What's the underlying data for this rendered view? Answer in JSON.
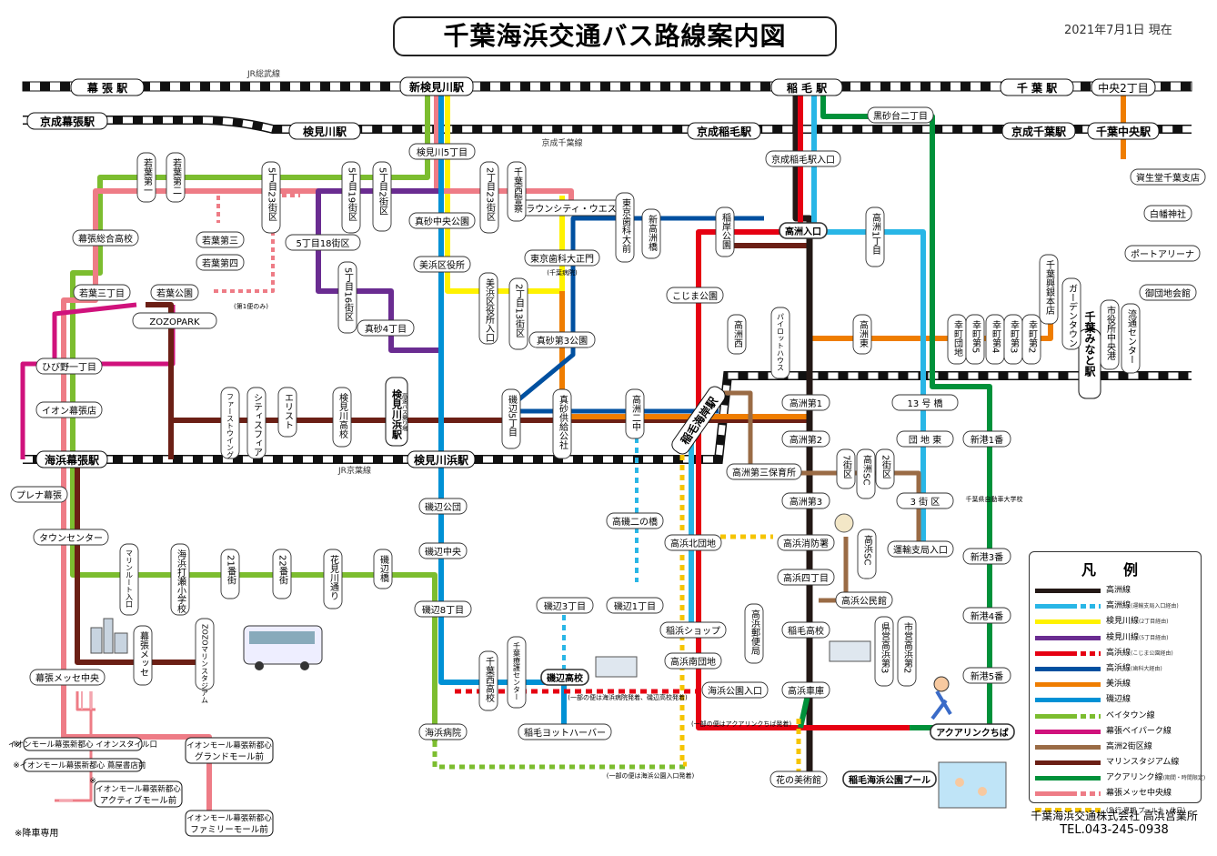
{
  "header": {
    "title": "千葉海浜交通バス路線案内図",
    "date": "2021年7月1日 現在"
  },
  "rail": {
    "jr_sobu": "JR総武線",
    "keisei_chiba": "京成千葉線",
    "jr_keiyo": "JR京葉線"
  },
  "stations": {
    "makuhari": "幕 張 駅",
    "shinkemigawa": "新検見川駅",
    "inage": "稲 毛 駅",
    "chiba": "千 葉 駅",
    "chuo2": "中央2丁目",
    "keisei_makuhari": "京成幕張駅",
    "kemigawa": "検見川駅",
    "keisei_inage": "京成稲毛駅",
    "keisei_chiba": "京成千葉駅",
    "chiba_chuo": "千葉中央駅",
    "kaihin_makuhari": "海浜幕張駅",
    "kemigawahama": "検見川浜駅",
    "inagekaigan": "稲毛海岸駅",
    "chiba_minato": "千葉みなと駅"
  },
  "stops_h": [
    "検見川5丁目",
    "真砂中央公園",
    "美浜区役所",
    "ブラウンシティ・ウエスト",
    "東京歯科大正門",
    "(千葉病院)",
    "真砂第3公園",
    "京成稲毛駅入口",
    "黒砂台二丁目",
    "こじま公園",
    "高洲入口",
    "資生堂千葉支店",
    "白幡神社",
    "ポートアリーナ",
    "御団地会館",
    "幕張総合高校",
    "若葉第三",
    "若葉第四",
    "若葉三丁目",
    "若葉公園",
    "ZOZOPARK",
    "5丁目18街区",
    "真砂4丁目",
    "ひび野一丁目",
    "イオン幕張店",
    "(第1便のみ)",
    "高洲第1",
    "高洲第2",
    "高洲第3",
    "高洲第三保育所",
    "13 号 橋",
    "団 地 東",
    "3 街 区",
    "プレナ幕張",
    "タウンセンター",
    "磯辺公団",
    "磯辺中央",
    "磯辺8丁目",
    "高磯二の橋",
    "高浜北団地",
    "高浜消防署",
    "高浜四丁目",
    "高浜公民館",
    "運輸支局入口",
    "新港1番",
    "新港3番",
    "新港4番",
    "新港5番",
    "千葉県自動車大学校",
    "磯辺3丁目",
    "磯辺1丁目",
    "稲浜ショップ",
    "稲毛高校",
    "高浜南団地",
    "海浜公園入口",
    "高浜車庫",
    "磯辺高校",
    "稲毛ヨットハーバー",
    "海浜病院",
    "幕張メッセ中央",
    "アクアリンクちば",
    "花の美術館",
    "稲毛海浜公園プール",
    "(一部の便は海浜病院発着、磯辺高校発着)",
    "(一部の便はアクアリンクちば発着)",
    "(一部の便は海浜公園入口発着)"
  ],
  "stops_v": [
    "若葉第一",
    "若葉第二",
    "5丁目23街区",
    "5丁目19街区",
    "5丁目2街区",
    "2丁目23街区",
    "千葉西警察",
    "東京歯科大前",
    "新高洲橋",
    "稲岸公園",
    "高洲1丁目",
    "5丁目16街区",
    "千葉興銀本店",
    "ガーデンタウン",
    "市役所中央港",
    "流通センター",
    "幸町団地",
    "幸町第5",
    "幸町第4",
    "幸町第3",
    "幸町第2",
    "高洲西",
    "パイロットハウス",
    "高洲東",
    "美浜区役所入口",
    "2丁目13街区",
    "ファーストウイング",
    "シティスフィア",
    "エリスト",
    "検見川高校",
    "磯辺5丁目",
    "真砂供給公社",
    "高洲二中",
    "7街区",
    "高洲SC",
    "2街区",
    "高浜SC",
    "マリンルート入口",
    "海浜打瀬小学校",
    "21番街",
    "22番街",
    "花見川通り",
    "磯辺橋",
    "幕張メッセ",
    "ZOZOマリンスタジアム",
    "千葉西高校",
    "千葉療護センター",
    "高浜郵便局",
    "県営高浜第3",
    "市営高浜第2"
  ],
  "kemigawahama_stop": "検見川浜駅",
  "kemigawahama_sub": "高速バス乗り場",
  "aeon": [
    "イオンモール幕張新都心 イオンスタイル口",
    "イオンモール幕張新都心 蔦屋書店前",
    "イオンモール幕張新都心",
    "グランドモール前",
    "イオンモール幕張新都心",
    "アクティブモール前",
    "イオンモール幕張新都心",
    "ファミリーモール前"
  ],
  "legend": {
    "title": "凡例",
    "items": [
      {
        "label": "高洲線",
        "note": "",
        "color": "#231815",
        "dash": false
      },
      {
        "label": "高洲線",
        "note": "(運輸支局入口経由)",
        "color": "#29b6e6",
        "dash": true
      },
      {
        "label": "検見川線",
        "note": "(2丁目経由)",
        "color": "#fff200",
        "dash": false
      },
      {
        "label": "検見川線",
        "note": "(5丁目経由)",
        "color": "#6a2c91",
        "dash": false
      },
      {
        "label": "高浜線",
        "note": "(こじま公園経由)",
        "color": "#e60012",
        "dash": true
      },
      {
        "label": "高浜線",
        "note": "(歯科大経由)",
        "color": "#0050a0",
        "dash": false
      },
      {
        "label": "美浜線",
        "note": "",
        "color": "#ef7d00",
        "dash": false
      },
      {
        "label": "磯辺線",
        "note": "",
        "color": "#0091d5",
        "dash": false
      },
      {
        "label": "ベイタウン線",
        "note": "",
        "color": "#7cbd2f",
        "dash": true
      },
      {
        "label": "幕張ベイパーク線",
        "note": "",
        "color": "#d0127c",
        "dash": false
      },
      {
        "label": "高洲2街区線",
        "note": "",
        "color": "#9a6b45",
        "dash": false
      },
      {
        "label": "マリンスタジアム線",
        "note": "",
        "color": "#6b1f15",
        "dash": false
      },
      {
        "label": "アクアリンク線",
        "note": "(期間・時間限定)",
        "color": "#00913a",
        "dash": false
      },
      {
        "label": "幕張メッセ中央線",
        "note": "",
        "color": "#ee7c86",
        "dash": true
      }
    ],
    "express_note": "(急行:夏期 プール土・休日)",
    "express_color": "#f5c400"
  },
  "company": {
    "name": "千葉海浜交通株式会社 高浜営業所",
    "tel": "TEL.043-245-0938"
  },
  "footnote": "※降車専用"
}
